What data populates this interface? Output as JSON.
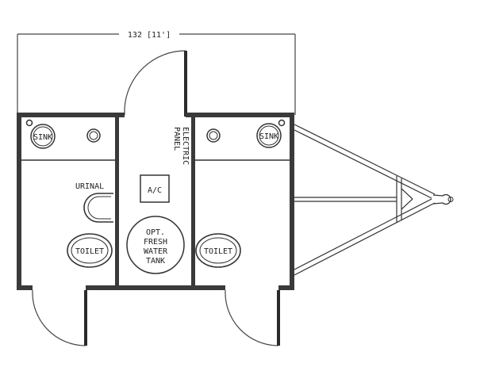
{
  "dimension_label": "132 [11']",
  "labels": {
    "sink_left": "SINK",
    "sink_right": "SINK",
    "urinal": "URINAL",
    "ac": "A/C",
    "electric_panel_line1": "ELECTRIC",
    "electric_panel_line2": "PANEL",
    "tank_line1": "OPT.",
    "tank_line2": "FRESH",
    "tank_line3": "WATER",
    "tank_line4": "TANK",
    "toilet_left": "TOILET",
    "toilet_right": "TOILET"
  },
  "colors": {
    "wall": "#3a3a3a",
    "line": "#333333",
    "background": "#ffffff"
  }
}
